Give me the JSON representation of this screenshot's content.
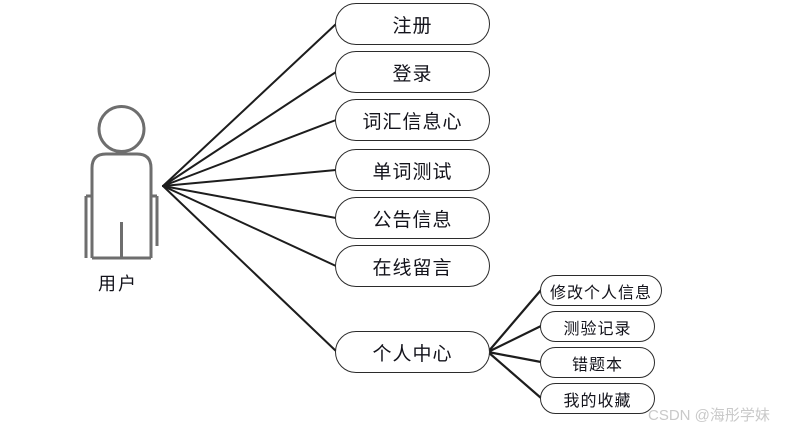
{
  "diagram": {
    "type": "uml-use-case-diagram",
    "actor": {
      "label": "用户",
      "icon": "person-actor-icon"
    },
    "primary_use_cases": [
      {
        "id": "register",
        "label": "注册"
      },
      {
        "id": "login",
        "label": "登录"
      },
      {
        "id": "vocabulary",
        "label": "词汇信息心"
      },
      {
        "id": "word-test",
        "label": "单词测试"
      },
      {
        "id": "notice",
        "label": "公告信息"
      },
      {
        "id": "message",
        "label": "在线留言"
      },
      {
        "id": "profile",
        "label": "个人中心"
      }
    ],
    "sub_use_cases": [
      {
        "id": "edit-profile",
        "label": "修改个人信息"
      },
      {
        "id": "test-record",
        "label": "测验记录"
      },
      {
        "id": "wrong-book",
        "label": "错题本"
      },
      {
        "id": "my-favorites",
        "label": "我的收藏"
      }
    ],
    "watermark": "CSDN @海彤学妹",
    "colors": {
      "stroke": "#2b2b2b",
      "actor_stroke": "#6b6b6b",
      "text": "#13131b",
      "background": "#ffffff",
      "watermark": "#c9c9c9"
    }
  }
}
